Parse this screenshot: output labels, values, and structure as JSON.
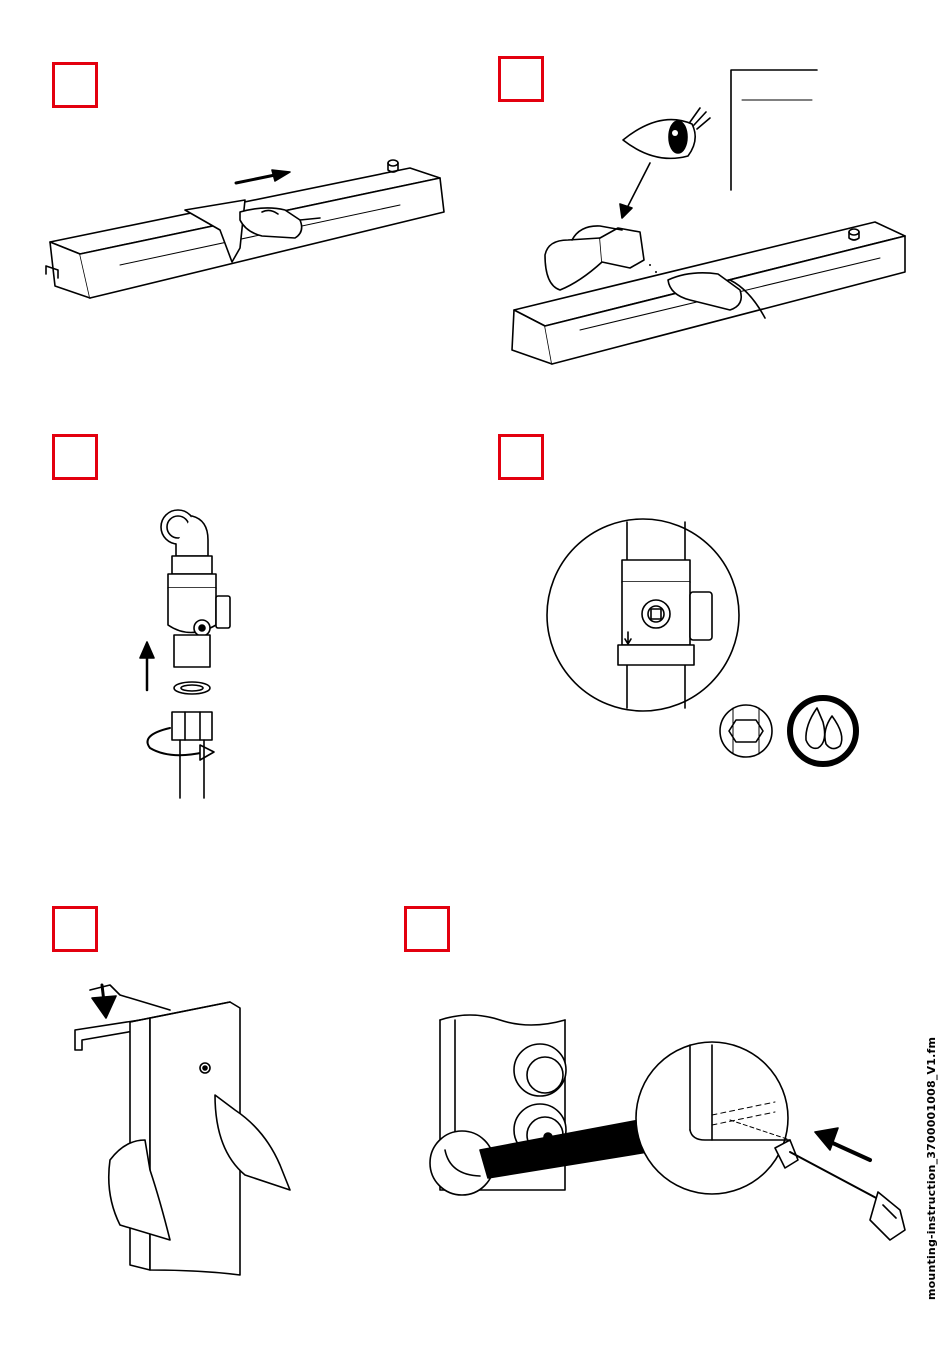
{
  "document": {
    "file_label": "mounting-instruction_3700001008_V1.fm"
  },
  "colors": {
    "step_box": "#e3000f",
    "line": "#000000"
  },
  "steps": [
    {
      "id": 1,
      "illustration": "wipe-housing-icon"
    },
    {
      "id": 2,
      "illustration": "inspect-and-clean-icon"
    },
    {
      "id": 3,
      "illustration": "valve-connection-icon"
    },
    {
      "id": 4,
      "illustration": "valve-detail-icon"
    },
    {
      "id": 5,
      "illustration": "mount-panel-icon"
    },
    {
      "id": 6,
      "illustration": "screw-fixing-icon"
    }
  ]
}
